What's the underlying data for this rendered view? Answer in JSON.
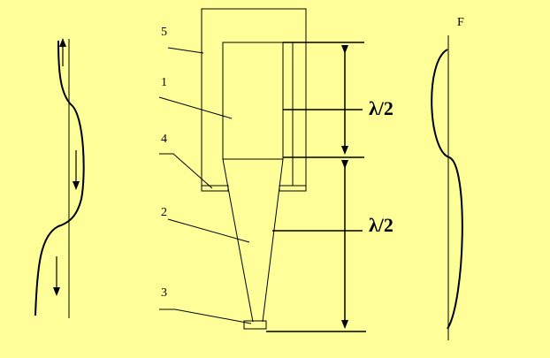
{
  "labels": {
    "part5": "5",
    "part1": "1",
    "part4": "4",
    "part2": "2",
    "part3": "3",
    "half_wave_top": "λ/2",
    "half_wave_bottom": "λ/2",
    "force": "F"
  },
  "colors": {
    "background": "#ffff99",
    "stroke": "#000000"
  }
}
